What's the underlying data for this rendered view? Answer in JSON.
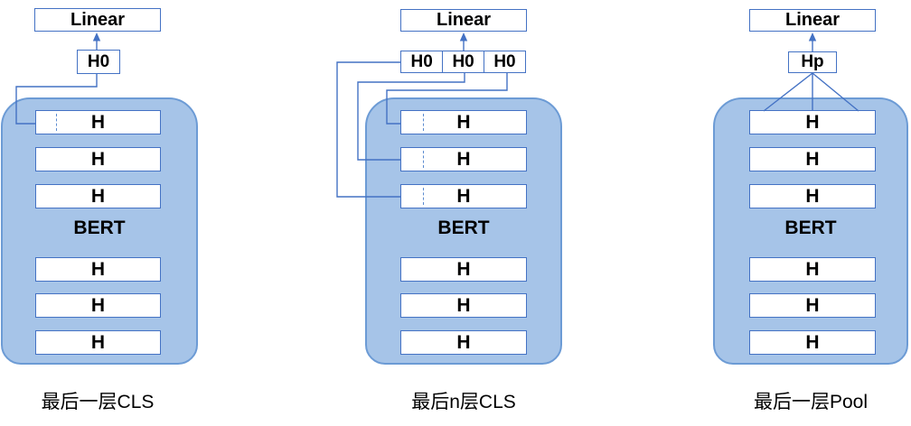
{
  "colors": {
    "bert_fill": "#A6C4E8",
    "bert_border": "#6C9BD5",
    "box_border": "#4472C4",
    "line": "#4472C4",
    "text": "#000000"
  },
  "panels": [
    {
      "linear": "Linear",
      "pooled": [
        "H0"
      ],
      "bert": "BERT",
      "rows": [
        "H",
        "H",
        "H",
        "H",
        "H",
        "H"
      ],
      "caption": "最后一层CLS"
    },
    {
      "linear": "Linear",
      "pooled": [
        "H0",
        "H0",
        "H0"
      ],
      "bert": "BERT",
      "rows": [
        "H",
        "H",
        "H",
        "H",
        "H",
        "H"
      ],
      "caption": "最后n层CLS"
    },
    {
      "linear": "Linear",
      "pooled": [
        "Hp"
      ],
      "bert": "BERT",
      "rows": [
        "H",
        "H",
        "H",
        "H",
        "H",
        "H"
      ],
      "caption": "最后一层Pool"
    }
  ]
}
